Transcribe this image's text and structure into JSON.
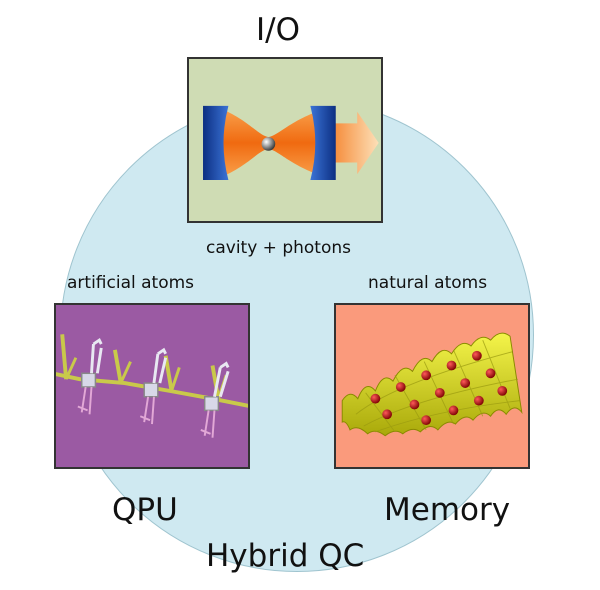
{
  "io": {
    "title": "I/O",
    "caption": "cavity + photons"
  },
  "qpu": {
    "title": "QPU",
    "caption": "artificial atoms"
  },
  "memory": {
    "title": "Memory",
    "caption": "natural atoms"
  },
  "footer": {
    "title": "Hybrid QC"
  },
  "colors": {
    "circle": "#cfe9f1",
    "io_panel": "#cfdcb4",
    "qpu_panel": "#9b5aa3",
    "memory_panel": "#fa9a7c",
    "mirror": "#1f4fa8",
    "beam": "#f47a1f",
    "lattice": "#d8d820",
    "atom": "#b01010"
  }
}
